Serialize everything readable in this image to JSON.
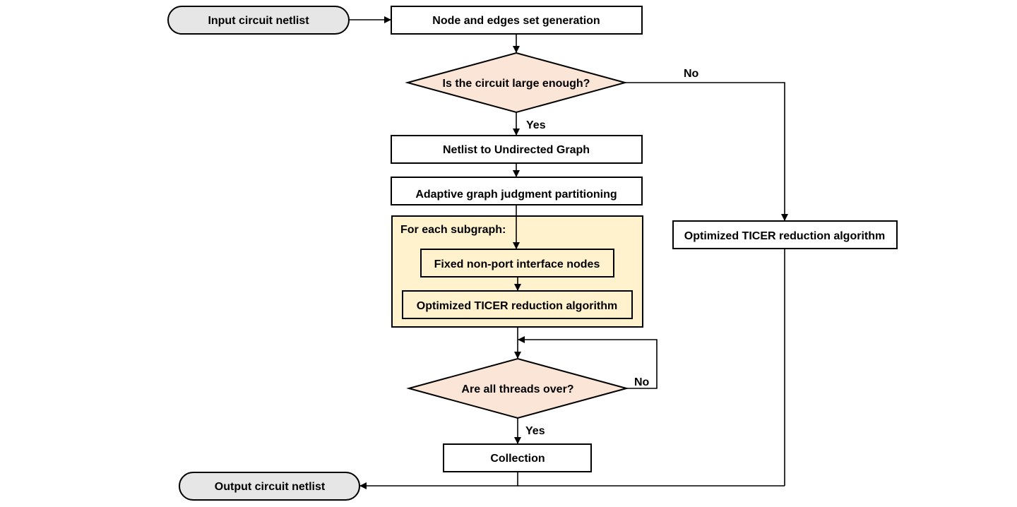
{
  "colors": {
    "terminal_fill": "#e7e6e6",
    "process_fill": "#ffffff",
    "decision_fill": "#fbe5d6",
    "group_fill": "#fff2cc",
    "stroke": "#000000"
  },
  "nodes": {
    "input": "Input circuit netlist",
    "node_edges": "Node and edges set generation",
    "decision_large": "Is the circuit large enough?",
    "netlist_graph": "Netlist to Undirected Graph",
    "partitioning": "Adaptive graph judgment partitioning",
    "subgraph_title": "For each subgraph:",
    "fixed_nodes": "Fixed non-port interface nodes",
    "ticer_inner": "Optimized TICER reduction algorithm",
    "decision_threads": "Are all threads over?",
    "collection": "Collection",
    "output": "Output circuit netlist",
    "ticer_outer": "Optimized TICER reduction algorithm"
  },
  "edge_labels": {
    "large_no": "No",
    "large_yes": "Yes",
    "threads_no": "No",
    "threads_yes": "Yes"
  }
}
